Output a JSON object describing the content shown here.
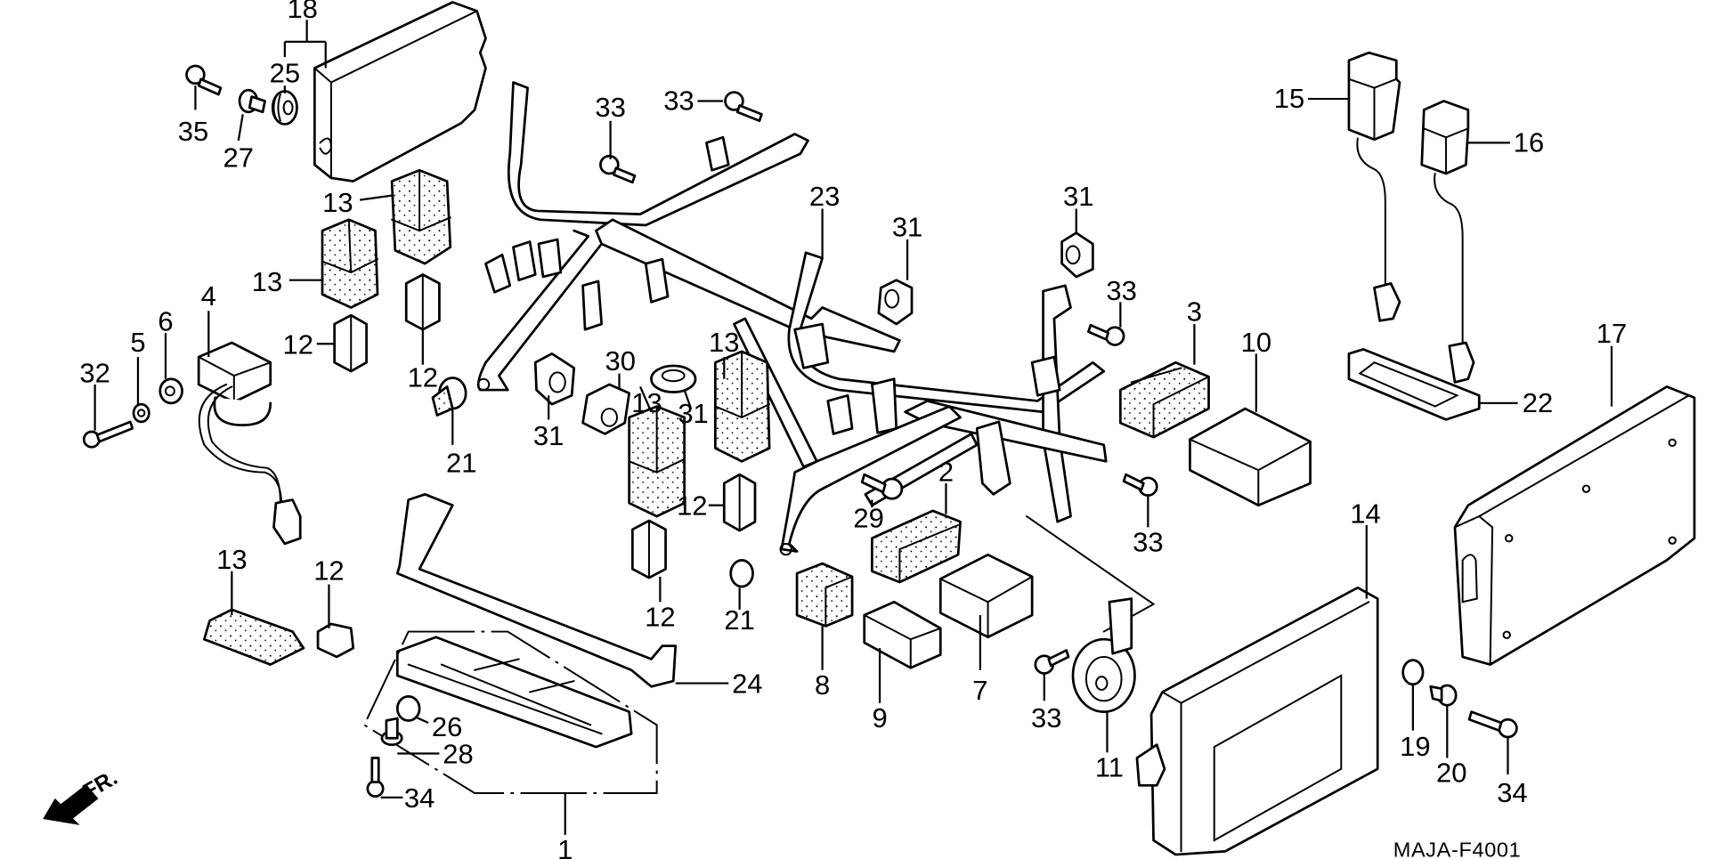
{
  "diagram": {
    "drawing_code": "MAJA-F4001",
    "direction_label": "FR.",
    "colors": {
      "line": "#000000",
      "background": "#ffffff"
    },
    "callouts": [
      {
        "id": "c1",
        "label": "1"
      },
      {
        "id": "c2",
        "label": "2"
      },
      {
        "id": "c3",
        "label": "3"
      },
      {
        "id": "c4",
        "label": "4"
      },
      {
        "id": "c5",
        "label": "5"
      },
      {
        "id": "c6",
        "label": "6"
      },
      {
        "id": "c7",
        "label": "7"
      },
      {
        "id": "c8",
        "label": "8"
      },
      {
        "id": "c9",
        "label": "9"
      },
      {
        "id": "c10",
        "label": "10"
      },
      {
        "id": "c11",
        "label": "11"
      },
      {
        "id": "c12a",
        "label": "12"
      },
      {
        "id": "c12b",
        "label": "12"
      },
      {
        "id": "c12c",
        "label": "12"
      },
      {
        "id": "c12d",
        "label": "12"
      },
      {
        "id": "c12e",
        "label": "12"
      },
      {
        "id": "c13a",
        "label": "13"
      },
      {
        "id": "c13b",
        "label": "13"
      },
      {
        "id": "c13c",
        "label": "13"
      },
      {
        "id": "c13d",
        "label": "13"
      },
      {
        "id": "c13e",
        "label": "13"
      },
      {
        "id": "c14",
        "label": "14"
      },
      {
        "id": "c15",
        "label": "15"
      },
      {
        "id": "c16",
        "label": "16"
      },
      {
        "id": "c17",
        "label": "17"
      },
      {
        "id": "c18",
        "label": "18"
      },
      {
        "id": "c19",
        "label": "19"
      },
      {
        "id": "c20",
        "label": "20"
      },
      {
        "id": "c21a",
        "label": "21"
      },
      {
        "id": "c21b",
        "label": "21"
      },
      {
        "id": "c22",
        "label": "22"
      },
      {
        "id": "c23",
        "label": "23"
      },
      {
        "id": "c24",
        "label": "24"
      },
      {
        "id": "c25",
        "label": "25"
      },
      {
        "id": "c26",
        "label": "26"
      },
      {
        "id": "c27",
        "label": "27"
      },
      {
        "id": "c28",
        "label": "28"
      },
      {
        "id": "c29",
        "label": "29"
      },
      {
        "id": "c30",
        "label": "30"
      },
      {
        "id": "c31a",
        "label": "31"
      },
      {
        "id": "c31b",
        "label": "31"
      },
      {
        "id": "c31c",
        "label": "31"
      },
      {
        "id": "c31d",
        "label": "31"
      },
      {
        "id": "c32",
        "label": "32"
      },
      {
        "id": "c33a",
        "label": "33"
      },
      {
        "id": "c33b",
        "label": "33"
      },
      {
        "id": "c33c",
        "label": "33"
      },
      {
        "id": "c33d",
        "label": "33"
      },
      {
        "id": "c33e",
        "label": "33"
      },
      {
        "id": "c34a",
        "label": "34"
      },
      {
        "id": "c34b",
        "label": "34"
      },
      {
        "id": "c35",
        "label": "35"
      }
    ]
  }
}
